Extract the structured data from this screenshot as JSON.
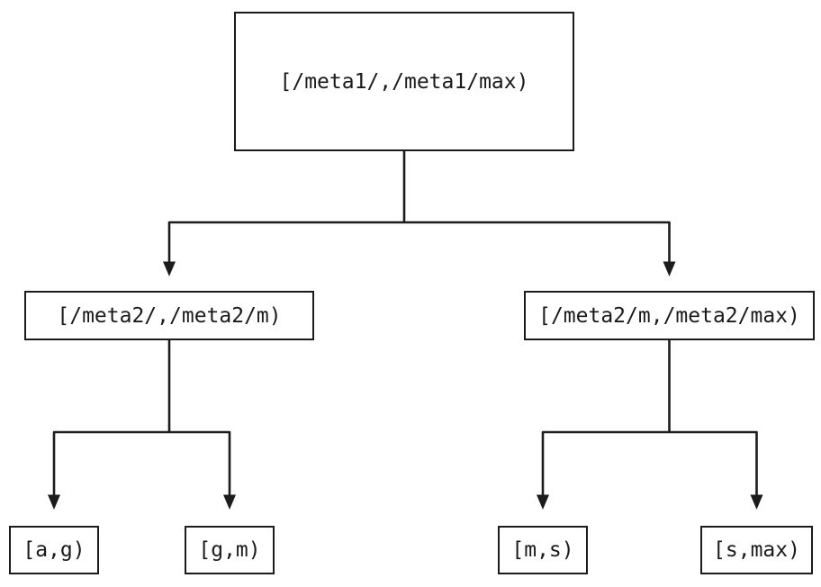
{
  "diagram_type": "binary-interval-partition-tree",
  "colors": {
    "background": "#ffffff",
    "line": "#1c1c1c",
    "node_border": "#1c1c1c",
    "node_fill": "#ffffff",
    "text": "#1a1a1a"
  },
  "nodes": {
    "root": {
      "label": "[/meta1/,/meta1/max)"
    },
    "meta2_low": {
      "label": "[/meta2/,/meta2/m)"
    },
    "meta2_high": {
      "label": "[/meta2/m,/meta2/max)"
    },
    "leaf_ag": {
      "label": "[a,g)"
    },
    "leaf_gm": {
      "label": "[g,m)"
    },
    "leaf_ms": {
      "label": "[m,s)"
    },
    "leaf_smax": {
      "label": "[s,max)"
    }
  },
  "edges": [
    {
      "from": "root",
      "to": "meta2_low"
    },
    {
      "from": "root",
      "to": "meta2_high"
    },
    {
      "from": "meta2_low",
      "to": "leaf_ag"
    },
    {
      "from": "meta2_low",
      "to": "leaf_gm"
    },
    {
      "from": "meta2_high",
      "to": "leaf_ms"
    },
    {
      "from": "meta2_high",
      "to": "leaf_smax"
    }
  ]
}
